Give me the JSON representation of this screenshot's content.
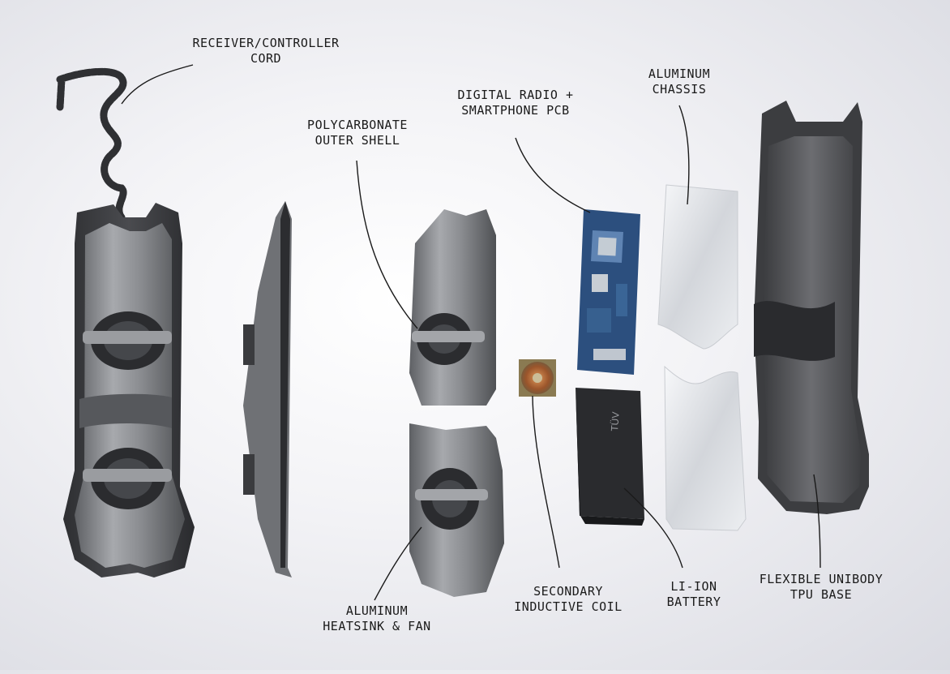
{
  "labels": {
    "cord": {
      "line1": "RECEIVER/CONTROLLER",
      "line2": "CORD"
    },
    "shell": {
      "line1": "POLYCARBONATE",
      "line2": "OUTER SHELL"
    },
    "pcb": {
      "line1": "DIGITAL RADIO +",
      "line2": "SMARTPHONE PCB"
    },
    "chassis": {
      "line1": "ALUMINUM",
      "line2": "CHASSIS"
    },
    "heatsink": {
      "line1": "ALUMINUM",
      "line2": "HEATSINK & FAN"
    },
    "coil": {
      "line1": "SECONDARY",
      "line2": "INDUCTIVE COIL"
    },
    "battery": {
      "line1": "LI-ION",
      "line2": "BATTERY"
    },
    "base": {
      "line1": "FLEXIBLE UNIBODY",
      "line2": "TPU BASE"
    }
  },
  "battery_marking": "TÜV",
  "colors": {
    "shell": "#8f9196",
    "frame": "#3c3d40",
    "pcb": "#2c4f7e",
    "foil": "#e2e4e8",
    "battery": "#2a2b2e",
    "coil": "#b56a3a"
  }
}
